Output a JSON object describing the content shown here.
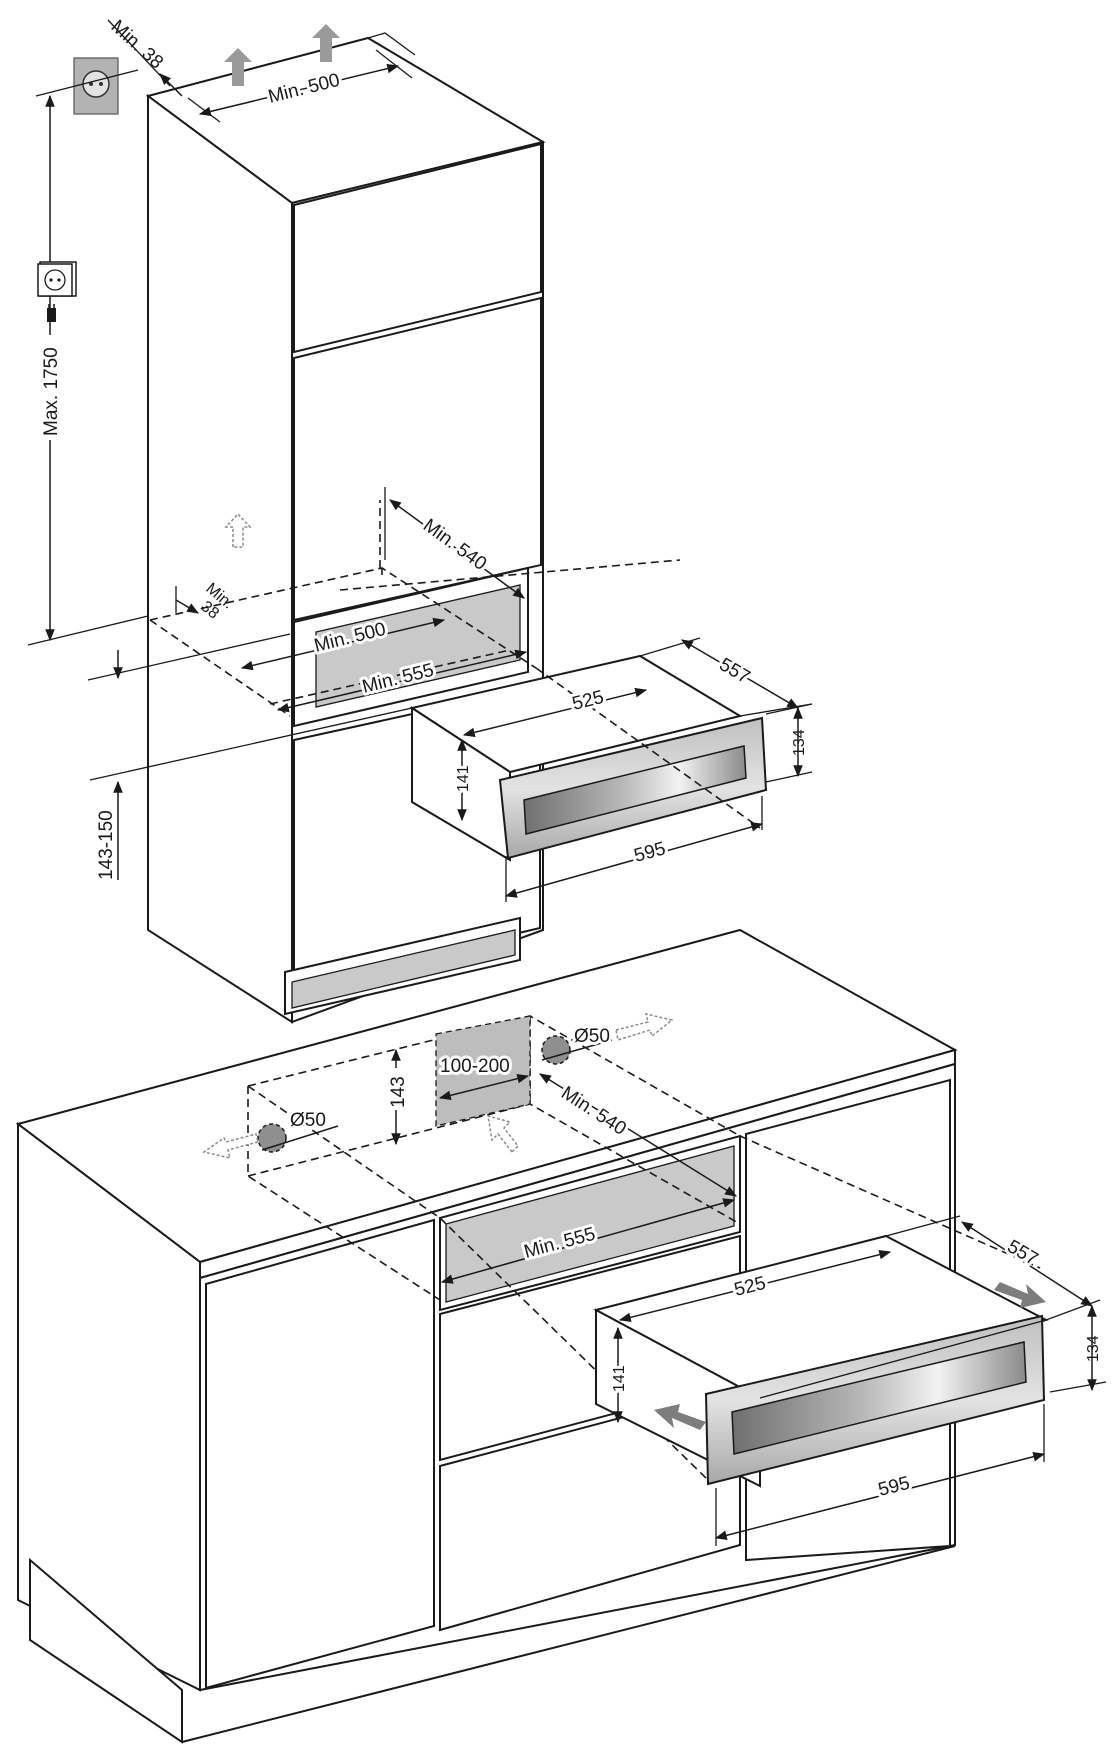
{
  "tall_cabinet": {
    "min_38_top": "Min. 38",
    "min_500_top": "Min. 500",
    "max_1750": "Max. 1750",
    "min_38_bottom": "Min.\n38",
    "min_500_bottom": "Min. 500",
    "min_555": "Min. 555",
    "min_540": "Min. 540",
    "height_143_150": "143-150",
    "drawer_525": "525",
    "drawer_557": "557",
    "drawer_134": "134",
    "drawer_141": "141",
    "drawer_595": "595"
  },
  "base_cabinet": {
    "vent_diameter_right": "Ø50",
    "vent_diameter_left": "Ø50",
    "opening_100_200": "100-200",
    "depth_143": "143",
    "min_540": "Min. 540",
    "min_555": "Min. 555",
    "drawer_525": "525",
    "drawer_557": "557",
    "drawer_134": "134",
    "drawer_141": "141",
    "drawer_595": "595"
  },
  "icons": [
    "wall-socket-icon",
    "socket-symbol-icon",
    "plug-icon",
    "airflow-up-arrow-icon",
    "airflow-out-arrow-icon",
    "push-arrow-icon"
  ],
  "colors": {
    "line": "#1a1a1a",
    "shade": "#c9c9c9",
    "arrow": "#9a9a9a"
  }
}
